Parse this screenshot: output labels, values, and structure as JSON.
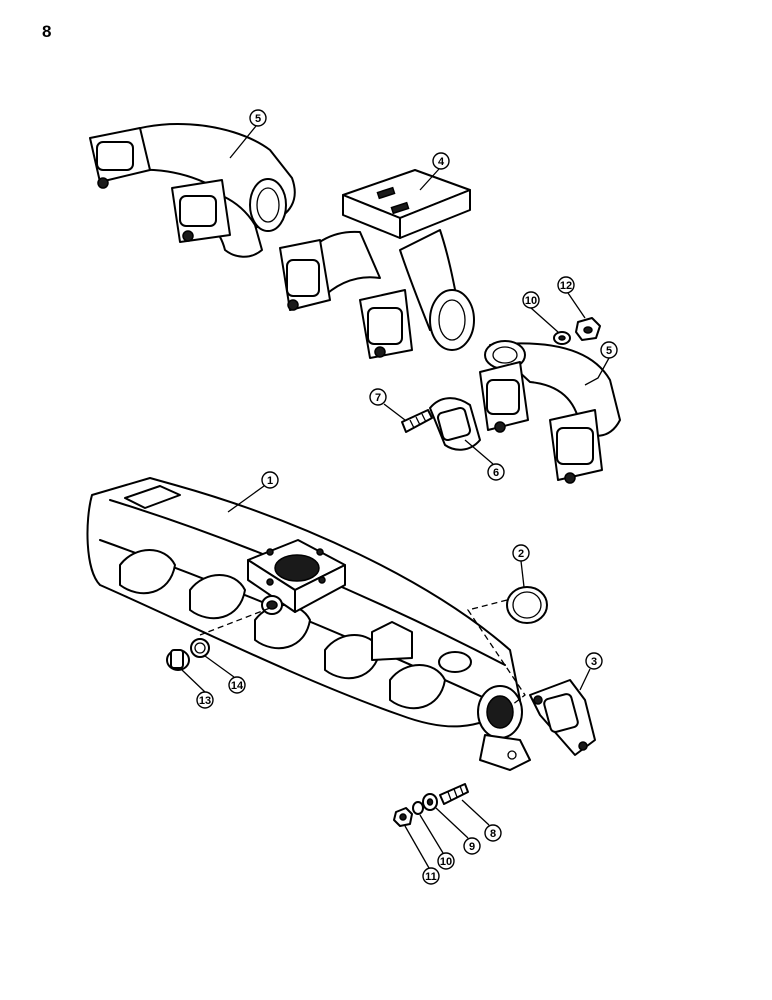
{
  "page": {
    "number": "8"
  },
  "callouts": [
    {
      "id": "5a",
      "label": "5"
    },
    {
      "id": "4",
      "label": "4"
    },
    {
      "id": "10a",
      "label": "10"
    },
    {
      "id": "12",
      "label": "12"
    },
    {
      "id": "5b",
      "label": "5"
    },
    {
      "id": "7",
      "label": "7"
    },
    {
      "id": "6",
      "label": "6"
    },
    {
      "id": "1",
      "label": "1"
    },
    {
      "id": "2",
      "label": "2"
    },
    {
      "id": "3",
      "label": "3"
    },
    {
      "id": "14",
      "label": "14"
    },
    {
      "id": "13",
      "label": "13"
    },
    {
      "id": "8",
      "label": "8"
    },
    {
      "id": "9",
      "label": "9"
    },
    {
      "id": "10b",
      "label": "10"
    },
    {
      "id": "11",
      "label": "11"
    }
  ]
}
